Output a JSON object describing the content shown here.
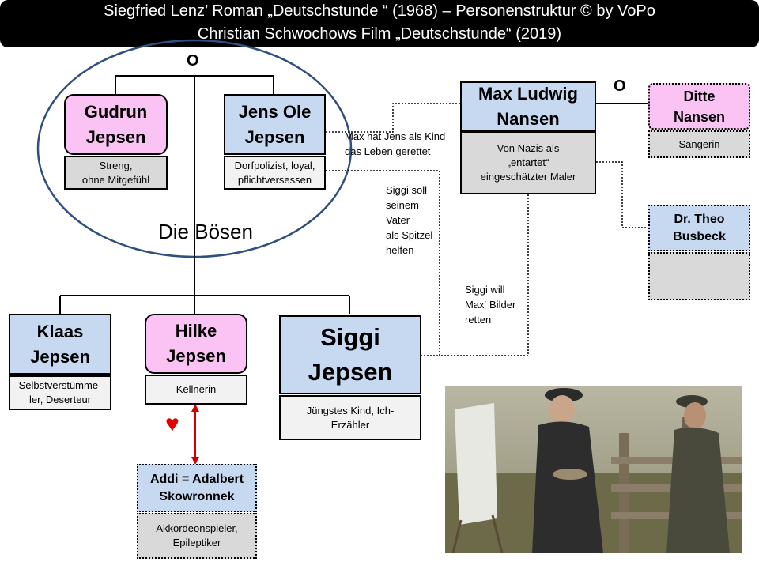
{
  "header": {
    "line1": "Siegfried Lenz’ Roman „Deutschstunde “ (1968) – Personenstruktur     ©     by VoPo",
    "line2": "Christian Schwochows Film „Deutschstunde“  (2019)"
  },
  "marriage_symbol_1": "O",
  "marriage_symbol_2": "O",
  "group_label": "Die Bösen",
  "persons": {
    "gudrun": {
      "name": "Gudrun\nJepsen",
      "desc": "Streng,\nohne Mitgefühl"
    },
    "jens": {
      "name": "Jens Ole\nJepsen",
      "desc": "Dorfpolizist, loyal,\npflichtversessen"
    },
    "max": {
      "name": "Max Ludwig\nNansen",
      "desc": "Von Nazis als\n„entartet“\neingeschätzter Maler"
    },
    "ditte": {
      "name": "Ditte\nNansen",
      "desc": "Sängerin"
    },
    "theo": {
      "name": "Dr. Theo\nBusbeck",
      "desc": ""
    },
    "klaas": {
      "name": "Klaas\nJepsen",
      "desc": "Selbstverstümme-\nler, Deserteur"
    },
    "hilke": {
      "name": "Hilke\nJepsen",
      "desc": "Kellnerin"
    },
    "siggi": {
      "name": "Siggi\nJepsen",
      "desc": "Jüngstes Kind, Ich-\nErzähler"
    },
    "addi": {
      "name": "Addi = Adalbert\nSkowronnek",
      "desc": "Akkordeonspieler,\nEpileptiker"
    }
  },
  "notes": {
    "max_jens": "Max hat Jens als Kind\ndas Leben gerettet",
    "siggi_spy": "Siggi soll\nseinem\nVater\nals Spitzel\nhelfen",
    "siggi_save": "Siggi will\nMax‘ Bilder\nretten"
  },
  "heart_symbol": "♥",
  "colors": {
    "female": "#fbc3f3",
    "male": "#c6d9f1",
    "description": "#d9d9d9",
    "heart": "#e00000",
    "arrow": "#d00000",
    "group_ellipse": "#2f4f7f"
  }
}
